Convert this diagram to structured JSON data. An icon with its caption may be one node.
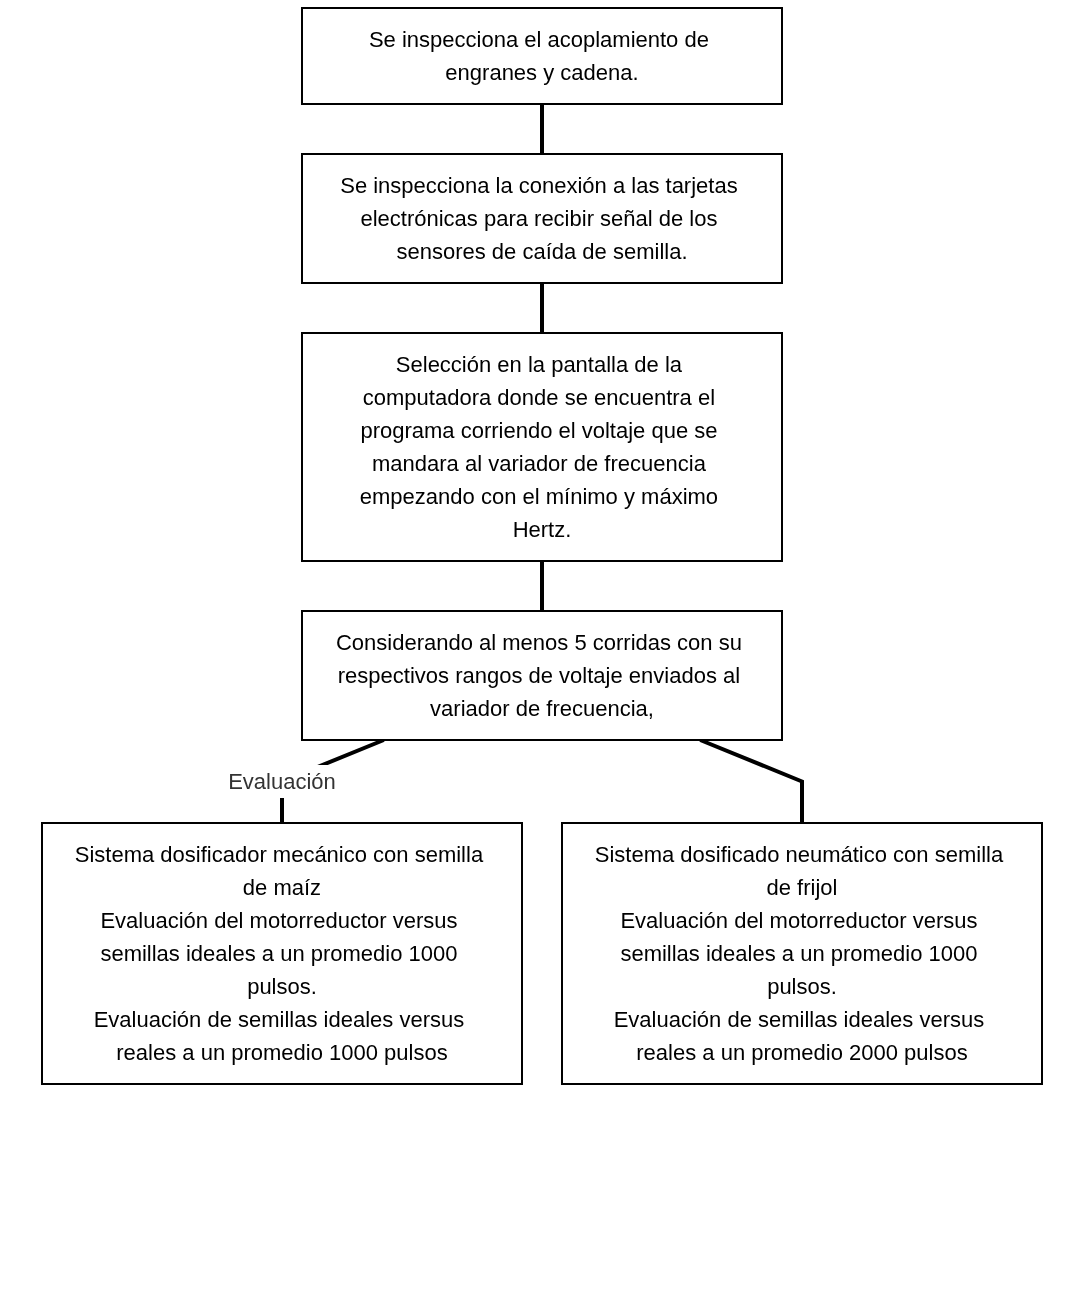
{
  "diagram": {
    "nodes": [
      {
        "text": [
          "Se inspecciona el acoplamiento de engranes y cadena."
        ]
      },
      {
        "text": [
          "Se inspecciona la conexión a las tarjetas electrónicas para recibir señal de los sensores de caída de semilla."
        ]
      },
      {
        "text": [
          "Selección en la pantalla de la computadora donde se encuentra el programa corriendo el voltaje que se mandara al variador de frecuencia empezando con el mínimo y máximo Hertz."
        ]
      },
      {
        "text": [
          "Considerando al menos 5 corridas con su respectivos rangos de voltaje enviados al variador de frecuencia,"
        ]
      },
      {
        "text": [
          "Sistema dosificador mecánico con semilla de maíz",
          "Evaluación del motorreductor versus semillas ideales a un promedio 1000 pulsos.",
          "Evaluación de semillas ideales versus reales a un promedio 1000 pulsos"
        ]
      },
      {
        "text": [
          "Sistema dosificado neumático con semilla de frijol",
          "Evaluación del motorreductor versus semillas ideales a un promedio 1000 pulsos.",
          "Evaluación de semillas ideales versus reales a un promedio 2000 pulsos"
        ]
      }
    ],
    "edges": [
      {
        "from": 0,
        "to": 1,
        "arrow": "none"
      },
      {
        "from": 1,
        "to": 2,
        "arrow": "none"
      },
      {
        "from": 2,
        "to": 3,
        "arrow": "none"
      },
      {
        "from": 3,
        "to": 4,
        "arrow": "none",
        "label": "Evaluación"
      },
      {
        "from": 3,
        "to": 5,
        "arrow": "none"
      }
    ]
  }
}
